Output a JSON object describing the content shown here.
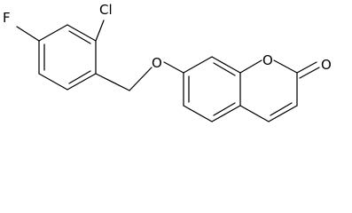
{
  "structure": {
    "atoms": {
      "chlorine": "Cl",
      "fluorine": "F",
      "ether_oxygen": "O",
      "ring_oxygen": "O",
      "carbonyl_oxygen": "O"
    }
  }
}
